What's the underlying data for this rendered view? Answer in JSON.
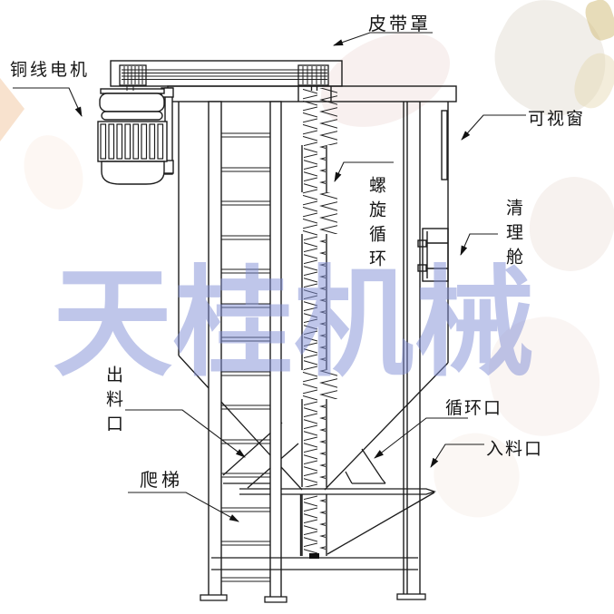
{
  "labels": {
    "belt_cover": "皮带罩",
    "motor": "铜线电机",
    "viewing_window": "可视窗",
    "screw_circulation": "螺旋循环",
    "cleaning_chamber": "清理舱",
    "discharge_port": "出料口",
    "ladder": "爬梯",
    "circulation_port": "循环口",
    "inlet_port": "入料口"
  },
  "watermark": {
    "text": "天桂机械",
    "color": "#808ed6"
  },
  "colors": {
    "line": "#1c1c1c",
    "background": "#ffffff"
  }
}
